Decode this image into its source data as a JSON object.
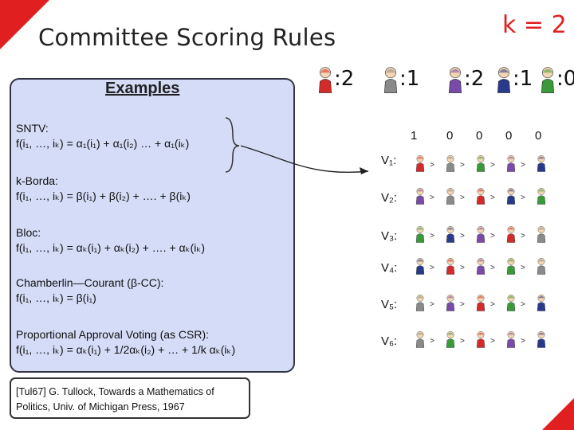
{
  "title": "Committee Scoring Rules",
  "k_label": "k = 2",
  "examples_heading": "Examples",
  "rules": [
    {
      "name": "SNTV:",
      "formula": "f(i₁, …, iₖ) = α₁(i₁) + α₁(i₂) … + α₁(iₖ)"
    },
    {
      "name": "k-Borda:",
      "formula": "f(i₁, …, iₖ) = β(i₁) + β(i₂) + …. + β(iₖ)"
    },
    {
      "name": "Bloc:",
      "formula": "f(i₁, …, iₖ) = αₖ(i₁) + αₖ(i₂) + …. + αₖ(iₖ)"
    },
    {
      "name": "Chamberlin—Courant (β-CC):",
      "formula": "f(i₁, …, iₖ) = β(i₁)"
    },
    {
      "name": "Proportional Approval Voting (as CSR):",
      "formula": "f(i₁, …, iₖ) = αₖ(i₁) + 1/2αₖ(i₂) + … + 1/k αₖ(iₖ)"
    }
  ],
  "reference": "[Tul67] G. Tullock, Towards a Mathematics of Politics, Univ. of Michigan Press, 1967",
  "candidate_scores": [
    ":2",
    ":1",
    ":2",
    ":1",
    ":0"
  ],
  "counts": [
    "1",
    "0",
    "0",
    "0",
    "0"
  ],
  "voters": [
    "V₁:",
    "V₂:",
    "V₃:",
    "V₄:",
    "V₅:",
    "V₆:"
  ],
  "pref_separator": ">",
  "candidates": [
    {
      "icon": "red-robed-candidate-icon",
      "color": "#d42a2a"
    },
    {
      "icon": "grey-suit-candidate-icon",
      "color": "#8a8a8a"
    },
    {
      "icon": "blonde-woman-candidate-icon",
      "color": "#7a4aa8"
    },
    {
      "icon": "blue-suit-candidate-icon",
      "color": "#2a3a8a"
    },
    {
      "icon": "green-shirt-candidate-icon",
      "color": "#3a9a3a"
    }
  ],
  "preferences": [
    [
      0,
      1,
      4,
      2,
      3
    ],
    [
      2,
      1,
      0,
      3,
      4
    ],
    [
      4,
      3,
      2,
      0,
      1
    ],
    [
      3,
      0,
      2,
      4,
      1
    ],
    [
      1,
      2,
      0,
      4,
      3
    ],
    [
      1,
      4,
      0,
      2,
      3
    ]
  ],
  "accent_color": "#e02020",
  "panel_color": "#d4dcf7"
}
